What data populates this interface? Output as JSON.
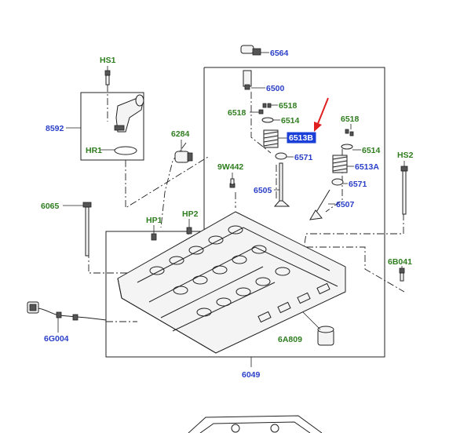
{
  "diagram": {
    "labels": {
      "l6564": "6564",
      "l6500": "6500",
      "lHS1": "HS1",
      "l8592": "8592",
      "lHR1": "HR1",
      "l6518a": "6518",
      "l6518b": "6518",
      "l6514a": "6514",
      "l6513B": "6513B",
      "l6571a": "6571",
      "l6505": "6505",
      "l6518c": "6518",
      "l6514b": "6514",
      "l6513A": "6513A",
      "l6571b": "6571",
      "l6507": "6507",
      "l6284": "6284",
      "l9W442": "9W442",
      "lHS2": "HS2",
      "l6065": "6065",
      "lHP1": "HP1",
      "lHP2": "HP2",
      "l6B041": "6B041",
      "l6G004": "6G004",
      "l6A809": "6A809",
      "l6049": "6049"
    },
    "colors": {
      "green_label": "#2e7d1e",
      "blue_label": "#2a3fc8",
      "highlight_box": "#1a3fd8",
      "arrow": "#e02020"
    }
  }
}
